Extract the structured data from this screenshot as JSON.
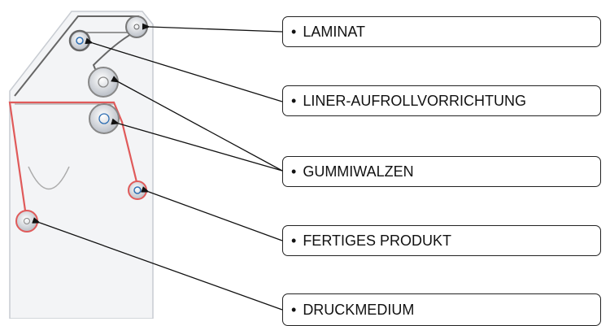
{
  "callouts": {
    "laminat": "LAMINAT",
    "liner": "LINER-AUFROLLVORRICHTUNG",
    "gummiwalzen": "GUMMIWALZEN",
    "fertiges_produkt": "FERTIGES PRODUKT",
    "druckmedium": "DRUCKMEDIUM"
  },
  "bullet": "•",
  "colors": {
    "media_path": "#e05a5a",
    "laminate_path": "#666666",
    "frame": "#c8ccd2",
    "roller_blue": "#2f6fb3",
    "callout_border": "#222222"
  },
  "icons": [
    "roller-icon",
    "arrow-icon"
  ]
}
